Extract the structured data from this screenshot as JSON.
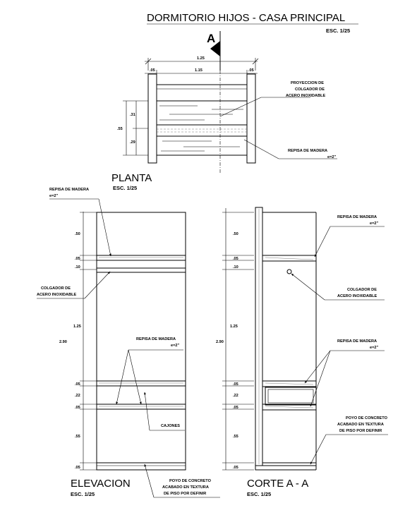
{
  "title": "DORMITORIO HIJOS - CASA PRINCIPAL",
  "title_scale": "ESC. 1/25",
  "section_marker": "A",
  "plan": {
    "label": "PLANTA",
    "scale": "ESC. 1/25",
    "dims": {
      "total_width": "1.25",
      "left_wall": ".05",
      "inner_width": "1.15",
      "right_wall": ".05",
      "depth_total": ".55",
      "depth_a": ".31",
      "depth_b": ".29"
    },
    "note_rod": [
      "PROYECCION DE",
      "COLGADOR DE",
      "ACERO INOXIDABLE"
    ],
    "note_shelf": [
      "REPISA DE MADERA",
      "e=2\""
    ]
  },
  "elevation": {
    "label": "ELEVACION",
    "scale": "ESC. 1/25",
    "dims": {
      "total": "2.90",
      "d1": ".50",
      "d2": ".05",
      "d3": ".10",
      "d4": "1.25",
      "d5": ".05",
      "d6": ".22",
      "d7": ".05",
      "d8": ".55",
      "d9": ".05"
    },
    "note_shelf_top": [
      "REPISA DE MADERA",
      "e=2\""
    ],
    "note_rod": [
      "COLGADOR DE",
      "ACERO INOXIDABLE"
    ],
    "note_shelf_mid": [
      "REPISA DE MADERA",
      "e=2\""
    ],
    "note_drawers": "CAJONES",
    "note_base": [
      "POYO DE CONCRETO",
      "ACABADO EN TEXTURA",
      "DE PISO POR DEFINIR"
    ]
  },
  "section": {
    "label": "CORTE A - A",
    "scale": "ESC. 1/25",
    "dims": {
      "total": "2.90",
      "d1": ".50",
      "d2": ".05",
      "d3": ".10",
      "d4": "1.25",
      "d5": ".05",
      "d6": ".22",
      "d7": ".05",
      "d8": ".55",
      "d9": ".05"
    },
    "note_shelf_top": [
      "REPISA DE MADERA",
      "e=2\""
    ],
    "note_rod": [
      "COLGADOR DE",
      "ACERO INOXIDABLE"
    ],
    "note_shelf_mid": [
      "REPISA DE MADERA",
      "e=2\""
    ],
    "note_base": [
      "POYO DE CONCRETO",
      "ACABADO EN TEXTURA",
      "DE PISO POR DEFINIR"
    ]
  }
}
